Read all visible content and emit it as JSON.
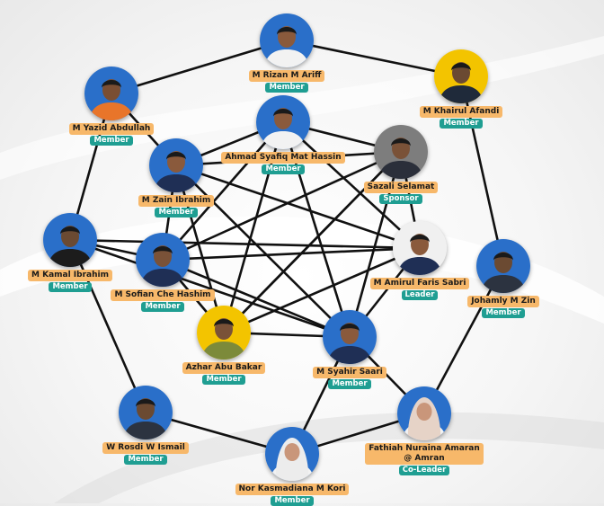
{
  "people": [
    {
      "id": "rizan",
      "name": "M Rizan M Ariff",
      "role": "Member",
      "bg": "#2a6fc9",
      "shirt": "#f2f2f2",
      "skin": "#8a5a3c"
    },
    {
      "id": "khairul",
      "name": "M Khairul Afandi",
      "role": "Member",
      "bg": "#f3c400",
      "shirt": "#1f2a3a",
      "skin": "#6b4a32"
    },
    {
      "id": "yazid",
      "name": "M Yazid Abdullah",
      "role": "Member",
      "bg": "#2a6fc9",
      "shirt": "#e8752a",
      "skin": "#7a4e33"
    },
    {
      "id": "ahmad",
      "name": "Ahmad Syafiq Mat Hassin",
      "role": "Member",
      "bg": "#2a6fc9",
      "shirt": "#f2f2f2",
      "skin": "#8a5a3c"
    },
    {
      "id": "sazali",
      "name": "Sazali Selamat",
      "role": "Sponsor",
      "bg": "#7d7d7d",
      "shirt": "#2b2f3a",
      "skin": "#7a5238"
    },
    {
      "id": "zain",
      "name": "M Zain Ibrahim",
      "role": "Member",
      "bg": "#2a6fc9",
      "shirt": "#1f2f55",
      "skin": "#8a5a3c"
    },
    {
      "id": "amirul",
      "name": "M Amirul Faris Sabri",
      "role": "Leader",
      "bg": "#f0f0f0",
      "shirt": "#1f2f55",
      "skin": "#8a5a3c"
    },
    {
      "id": "kamal",
      "name": "M Kamal Ibrahim",
      "role": "Member",
      "bg": "#2a6fc9",
      "shirt": "#1c1c1c",
      "skin": "#6b4a32"
    },
    {
      "id": "sofian",
      "name": "M Sofian Che Hashim",
      "role": "Member",
      "bg": "#2a6fc9",
      "shirt": "#1f2f55",
      "skin": "#7a5238"
    },
    {
      "id": "johamly",
      "name": "Johamly M Zin",
      "role": "Member",
      "bg": "#2a6fc9",
      "shirt": "#2c3340",
      "skin": "#6b4a32"
    },
    {
      "id": "azhar",
      "name": "Azhar Abu Bakar",
      "role": "Member",
      "bg": "#f3c400",
      "shirt": "#7c8a3a",
      "skin": "#7a5238"
    },
    {
      "id": "syahir",
      "name": "M Syahir Saari",
      "role": "Member",
      "bg": "#2a6fc9",
      "shirt": "#1f2f55",
      "skin": "#8a5a3c"
    },
    {
      "id": "rosdi",
      "name": "W Rosdi W Ismail",
      "role": "Member",
      "bg": "#2a6fc9",
      "shirt": "#2c3340",
      "skin": "#6b4a32"
    },
    {
      "id": "fathiah",
      "name": "Fathiah Nuraina Amaran\n@ Amran",
      "role": "Co-Leader",
      "bg": "#2a6fc9",
      "shirt": "#f2f2f2",
      "skin": "#c9967a",
      "hijab": "#e6d3c7"
    },
    {
      "id": "kasmadiana",
      "name": "Nor Kasmadiana M Kori",
      "role": "Member",
      "bg": "#2a6fc9",
      "shirt": "#f2f2f2",
      "skin": "#c9967a",
      "hijab": "#ececec"
    }
  ],
  "links": [
    [
      "rizan",
      "khairul"
    ],
    [
      "rizan",
      "yazid"
    ],
    [
      "khairul",
      "johamly"
    ],
    [
      "yazid",
      "kamal"
    ],
    [
      "kamal",
      "rosdi"
    ],
    [
      "rosdi",
      "kasmadiana"
    ],
    [
      "kasmadiana",
      "fathiah"
    ],
    [
      "fathiah",
      "johamly"
    ],
    [
      "yazid",
      "zain"
    ],
    [
      "ahmad",
      "sazali"
    ],
    [
      "ahmad",
      "zain"
    ],
    [
      "ahmad",
      "amirul"
    ],
    [
      "ahmad",
      "sofian"
    ],
    [
      "ahmad",
      "azhar"
    ],
    [
      "ahmad",
      "syahir"
    ],
    [
      "sazali",
      "zain"
    ],
    [
      "sazali",
      "sofian"
    ],
    [
      "sazali",
      "azhar"
    ],
    [
      "sazali",
      "syahir"
    ],
    [
      "sazali",
      "amirul"
    ],
    [
      "zain",
      "sofian"
    ],
    [
      "zain",
      "amirul"
    ],
    [
      "zain",
      "syahir"
    ],
    [
      "zain",
      "azhar"
    ],
    [
      "amirul",
      "sofian"
    ],
    [
      "amirul",
      "azhar"
    ],
    [
      "amirul",
      "syahir"
    ],
    [
      "amirul",
      "kamal"
    ],
    [
      "kamal",
      "sofian"
    ],
    [
      "kamal",
      "syahir"
    ],
    [
      "sofian",
      "azhar"
    ],
    [
      "sofian",
      "syahir"
    ],
    [
      "azhar",
      "syahir"
    ],
    [
      "syahir",
      "fathiah"
    ],
    [
      "syahir",
      "kasmadiana"
    ],
    [
      "azhar",
      "sazali"
    ]
  ]
}
